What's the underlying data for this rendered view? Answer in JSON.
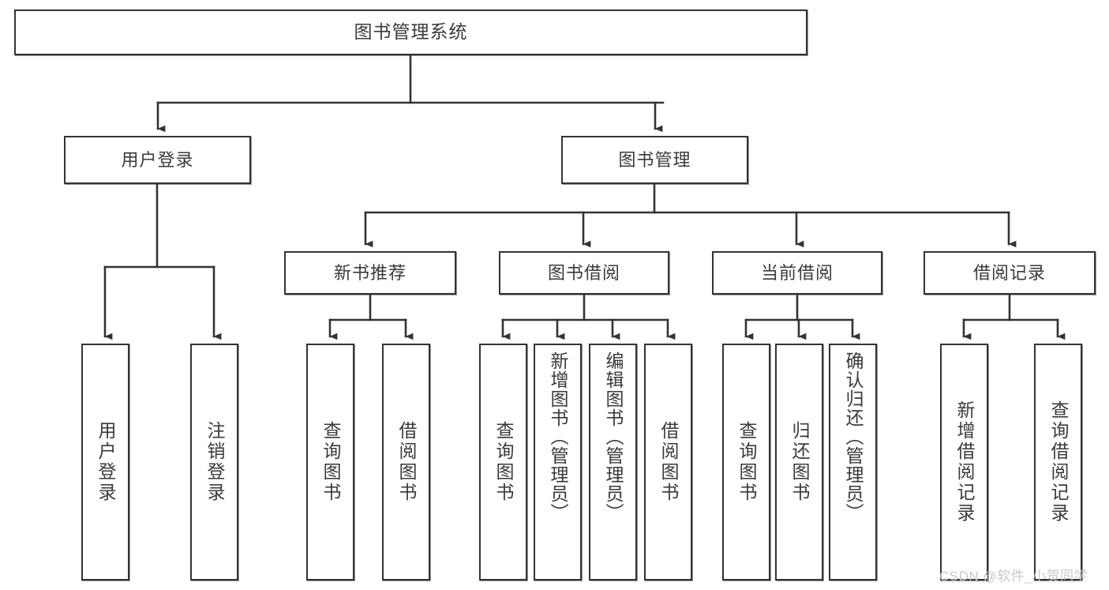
{
  "diagram": {
    "type": "tree-hierarchy",
    "title": "图书管理系统",
    "watermark": "CSDN @软件_小贺同学",
    "colors": {
      "box_border": "#333333",
      "box_fill": "#ffffff",
      "text": "#3a3a3a",
      "connector": "#333333",
      "watermark": "#c9c9c9",
      "background": "#ffffff"
    },
    "levels": [
      {
        "level": 1,
        "nodes": [
          {
            "id": "root",
            "label": "图书管理系统",
            "orientation": "horizontal"
          }
        ]
      },
      {
        "level": 2,
        "nodes": [
          {
            "id": "login",
            "label": "用户登录",
            "orientation": "horizontal",
            "parent": "root"
          },
          {
            "id": "bookmgmt",
            "label": "图书管理",
            "orientation": "horizontal",
            "parent": "root"
          }
        ]
      },
      {
        "level": 3,
        "nodes": [
          {
            "id": "newbook",
            "label": "新书推荐",
            "orientation": "horizontal",
            "parent": "bookmgmt"
          },
          {
            "id": "borrow",
            "label": "图书借阅",
            "orientation": "horizontal",
            "parent": "bookmgmt"
          },
          {
            "id": "current",
            "label": "当前借阅",
            "orientation": "horizontal",
            "parent": "bookmgmt"
          },
          {
            "id": "record",
            "label": "借阅记录",
            "orientation": "horizontal",
            "parent": "bookmgmt"
          }
        ]
      },
      {
        "level": 4,
        "nodes": [
          {
            "id": "leaf1",
            "label": "用户登录",
            "orientation": "vertical",
            "parent": "login"
          },
          {
            "id": "leaf2",
            "label": "注销登录",
            "orientation": "vertical",
            "parent": "login"
          },
          {
            "id": "leaf3",
            "label": "查询图书",
            "orientation": "vertical",
            "parent": "newbook"
          },
          {
            "id": "leaf4",
            "label": "借阅图书",
            "orientation": "vertical",
            "parent": "newbook"
          },
          {
            "id": "leaf5",
            "label": "查询图书",
            "orientation": "vertical",
            "parent": "borrow"
          },
          {
            "id": "leaf6",
            "label": "新增图书（管理员）",
            "orientation": "vertical",
            "parent": "borrow"
          },
          {
            "id": "leaf7",
            "label": "编辑图书（管理员）",
            "orientation": "vertical",
            "parent": "borrow"
          },
          {
            "id": "leaf8",
            "label": "借阅图书",
            "orientation": "vertical",
            "parent": "borrow"
          },
          {
            "id": "leaf9",
            "label": "查询图书",
            "orientation": "vertical",
            "parent": "current"
          },
          {
            "id": "leaf10",
            "label": "归还图书",
            "orientation": "vertical",
            "parent": "current"
          },
          {
            "id": "leaf11",
            "label": "确认归还（管理员）",
            "orientation": "vertical",
            "parent": "current"
          },
          {
            "id": "leaf12",
            "label": "新增借阅记录",
            "orientation": "vertical",
            "parent": "record"
          },
          {
            "id": "leaf13",
            "label": "查询借阅记录",
            "orientation": "vertical",
            "parent": "record"
          }
        ]
      }
    ]
  }
}
